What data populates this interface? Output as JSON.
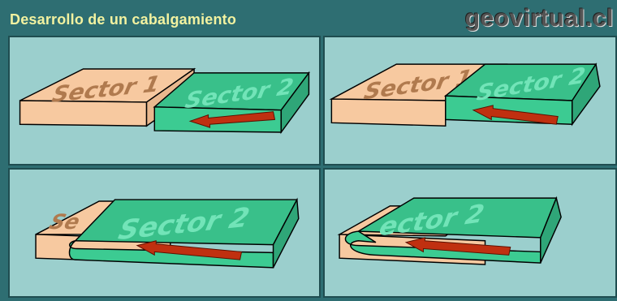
{
  "header": {
    "title": "Desarrollo de un cabalgamiento",
    "brand": "geovirtual.cl"
  },
  "blocks": {
    "sector1": "Sector 1",
    "sector2": "Sector 2",
    "sector2_partial_a": "Se",
    "sector2_partial_b": "Sector 2",
    "sector2_partial_c": "ector 2"
  },
  "colors": {
    "background": "#2e6e72",
    "panel": "#9bcfcd",
    "sector1_fill": "#f7c9a0",
    "sector2_fill": "#39c08a",
    "arrow": "#c03010",
    "title_text": "#f2f2a0"
  },
  "icons": [
    "thrust-arrow-icon"
  ]
}
